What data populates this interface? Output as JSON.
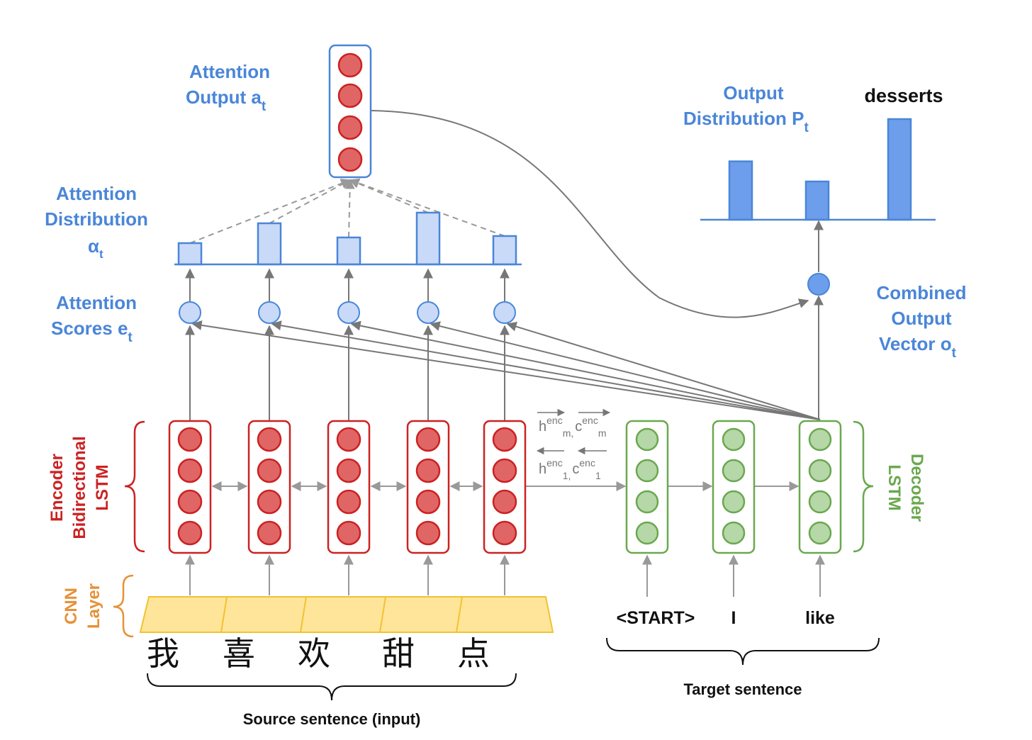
{
  "labels": {
    "attention_output": "Attention",
    "attention_output_2": "Output a",
    "attention_output_sub": "t",
    "attention_distribution": "Attention",
    "attention_distribution_2": "Distribution",
    "attention_distribution_3": "α",
    "attention_distribution_sub": "t",
    "attention_scores": "Attention",
    "attention_scores_2": "Scores e",
    "attention_scores_sub": "t",
    "output_distribution": "Output",
    "output_distribution_2": "Distribution P",
    "output_distribution_sub": "t",
    "desserts": "desserts",
    "combined_output": "Combined",
    "combined_output_2": "Output",
    "combined_output_3": "Vector o",
    "combined_output_sub": "t",
    "encoder_1": "Encoder",
    "encoder_2": "Bidirectional",
    "encoder_3": "LSTM",
    "decoder_1": "Decoder",
    "decoder_2": "LSTM",
    "cnn_1": "CNN",
    "cnn_2": "Layer",
    "source_sentence": "Source sentence (input)",
    "target_sentence": "Target sentence"
  },
  "encoder_final_state": {
    "forward_h": "h",
    "forward_h_sup": "enc",
    "forward_h_sub": "m,",
    "forward_c": "c",
    "forward_c_sup": "enc",
    "forward_c_sub": "m",
    "backward_h": "h",
    "backward_h_sup": "enc",
    "backward_h_sub": "1,",
    "backward_c": "c",
    "backward_c_sup": "enc",
    "backward_c_sub": "1"
  },
  "source_words": [
    "我",
    "喜",
    "欢",
    "甜",
    "点"
  ],
  "target_words": [
    "<START>",
    "I",
    "like"
  ],
  "attention_distribution_values": [
    0.3,
    0.58,
    0.38,
    0.73,
    0.4
  ],
  "output_distribution_values": [
    0.58,
    0.38,
    1.0
  ],
  "colors": {
    "encoder": "#cc2222",
    "decoder": "#6aa84f",
    "attention": "#4a86d8",
    "cnn": "#e69138",
    "cnn_fill": "#ffe599"
  }
}
